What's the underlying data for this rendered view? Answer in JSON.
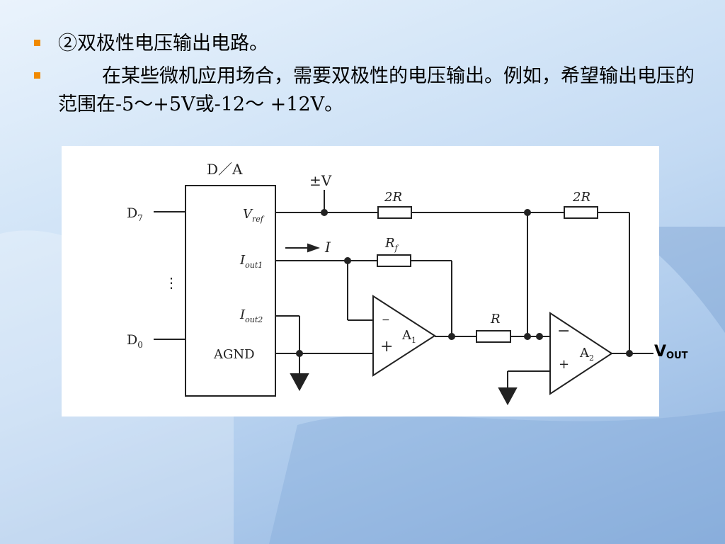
{
  "bullets": [
    {
      "text": "②双极性电压输出电路。"
    },
    {
      "text": "在某些微机应用场合，需要双极性的电压输出。例如，希望输出电压的范围在-5～+5V或-12～ +12V。"
    }
  ],
  "diagram": {
    "dac_label": "D／A",
    "d7": "D",
    "d7_sub": "7",
    "d0": "D",
    "d0_sub": "0",
    "dots": "⋮",
    "vref": "V",
    "vref_sub": "ref",
    "iout1": "I",
    "iout1_sub": "out1",
    "iout2": "I",
    "iout2_sub": "out2",
    "agnd": "AGND",
    "supply": "±V",
    "current": "I",
    "r1": "2R",
    "r2": "2R",
    "rf": "R",
    "rf_sub": "f",
    "r": "R",
    "a1_minus": "−",
    "a1_plus": "+",
    "a1": "A",
    "a1_sub": "1",
    "a2_minus": "−",
    "a2_plus": "+",
    "a2": "A",
    "a2_sub": "2",
    "vout": "V",
    "vout_sub": "OUT"
  },
  "colors": {
    "bullet_marker": "#f08a00"
  }
}
